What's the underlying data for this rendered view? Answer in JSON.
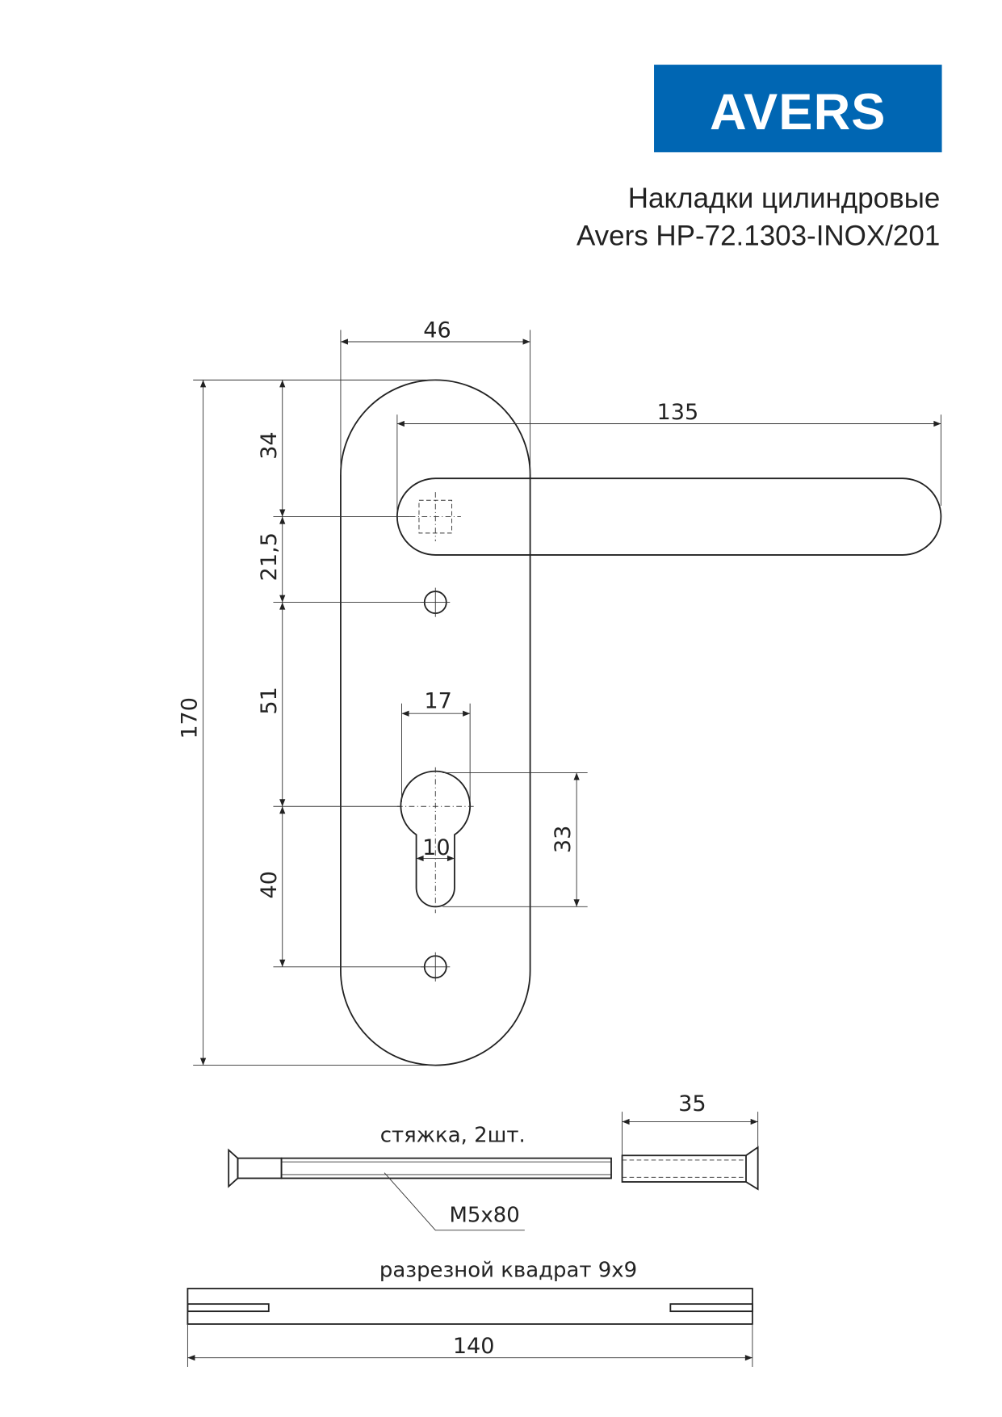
{
  "logo": {
    "text": "AVERS",
    "color": "#0066b3"
  },
  "title": {
    "line1": "Накладки цилиндровые",
    "line2": "Avers HP-72.1303-INOX/201"
  },
  "dimensions": {
    "plate_width": "46",
    "handle_length": "135",
    "total_height": "170",
    "top_to_spindle": "34",
    "spindle_to_screw": "21,5",
    "screw_to_cylinder": "51",
    "cylinder_to_screw": "40",
    "cylinder_width": "17",
    "cylinder_slot": "10",
    "cylinder_height": "33",
    "sleeve_length": "35",
    "spindle_length": "140"
  },
  "labels": {
    "screws": "стяжка, 2шт.",
    "thread": "M5x80",
    "spindle": "разрезной квадрат 9x9"
  }
}
